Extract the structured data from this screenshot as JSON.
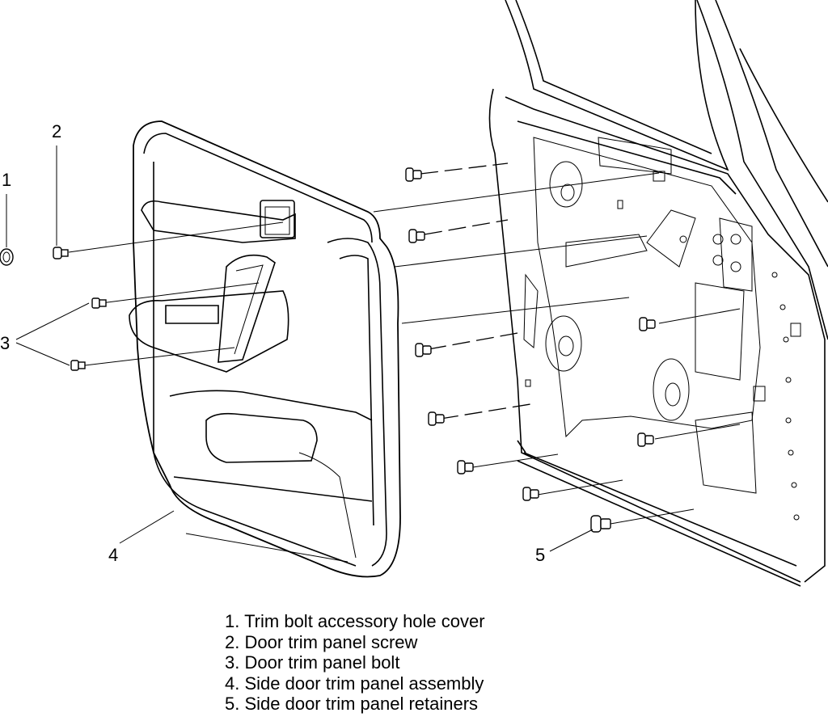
{
  "callouts": [
    "1",
    "2",
    "3",
    "4",
    "5"
  ],
  "legend": [
    "1. Trim bolt accessory hole cover",
    "2. Door trim panel screw",
    "3. Door trim panel bolt",
    "4. Side door trim panel assembly",
    "5. Side door trim panel retainers"
  ]
}
